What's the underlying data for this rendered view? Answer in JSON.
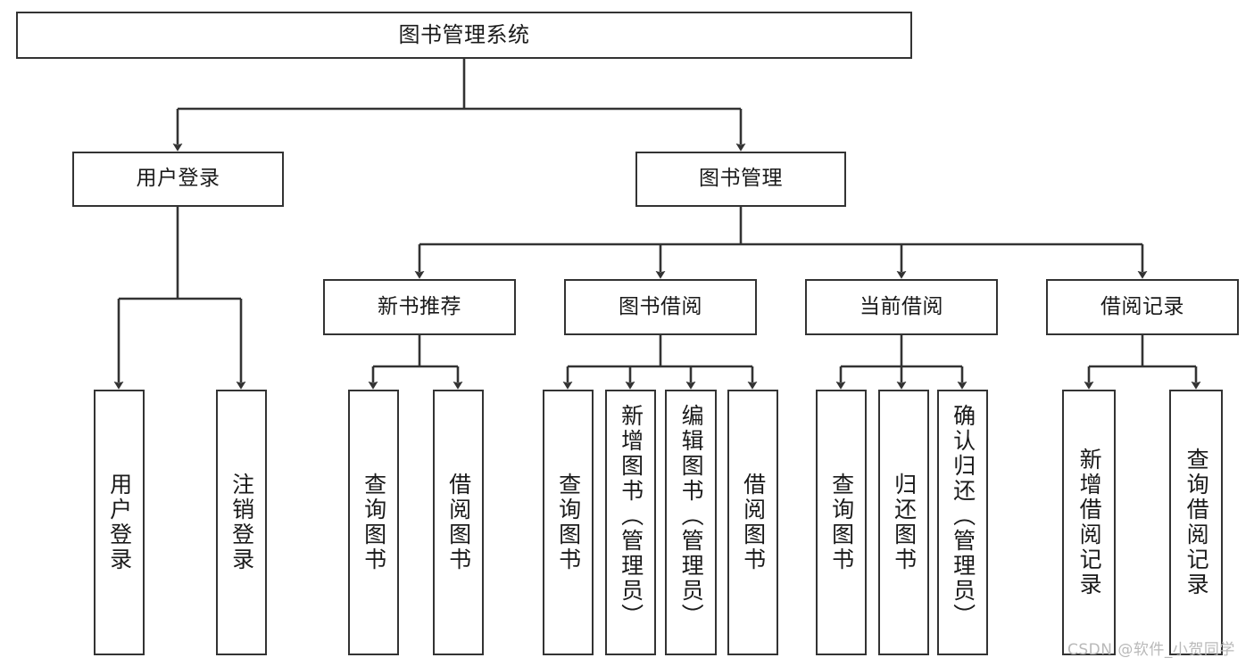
{
  "diagram": {
    "title": "图书管理系统",
    "type": "tree-hierarchy",
    "watermark": "CSDN @软件_小贺同学",
    "colors": {
      "stroke": "#333333",
      "fill": "#ffffff",
      "text": "#1a1a1a",
      "watermark": "#b9b9b9"
    },
    "levels": {
      "root": {
        "label": "图书管理系统"
      },
      "level2": [
        {
          "id": "user-login",
          "label": "用户登录"
        },
        {
          "id": "book-management",
          "label": "图书管理"
        }
      ],
      "level3": [
        {
          "id": "new-book-recommend",
          "label": "新书推荐",
          "parent": "book-management"
        },
        {
          "id": "book-borrow",
          "label": "图书借阅",
          "parent": "book-management"
        },
        {
          "id": "current-borrow",
          "label": "当前借阅",
          "parent": "book-management"
        },
        {
          "id": "borrow-record",
          "label": "借阅记录",
          "parent": "book-management"
        }
      ],
      "leaves": [
        {
          "id": "leaf-user-login",
          "label": "用户登录",
          "parent": "user-login"
        },
        {
          "id": "leaf-logout-login",
          "label": "注销登录",
          "parent": "user-login"
        },
        {
          "id": "leaf-query-book-1",
          "label": "查询图书",
          "parent": "new-book-recommend"
        },
        {
          "id": "leaf-borrow-book-1",
          "label": "借阅图书",
          "parent": "new-book-recommend"
        },
        {
          "id": "leaf-query-book-2",
          "label": "查询图书",
          "parent": "book-borrow"
        },
        {
          "id": "leaf-add-book",
          "label": "新增图书（管理员）",
          "parent": "book-borrow"
        },
        {
          "id": "leaf-edit-book",
          "label": "编辑图书（管理员）",
          "parent": "book-borrow"
        },
        {
          "id": "leaf-borrow-book-2",
          "label": "借阅图书",
          "parent": "book-borrow"
        },
        {
          "id": "leaf-query-book-3",
          "label": "查询图书",
          "parent": "current-borrow"
        },
        {
          "id": "leaf-return-book",
          "label": "归还图书",
          "parent": "current-borrow"
        },
        {
          "id": "leaf-confirm-return",
          "label": "确认归还（管理员）",
          "parent": "current-borrow"
        },
        {
          "id": "leaf-add-record",
          "label": "新增借阅记录",
          "parent": "borrow-record"
        },
        {
          "id": "leaf-query-record",
          "label": "查询借阅记录",
          "parent": "borrow-record"
        }
      ]
    }
  }
}
